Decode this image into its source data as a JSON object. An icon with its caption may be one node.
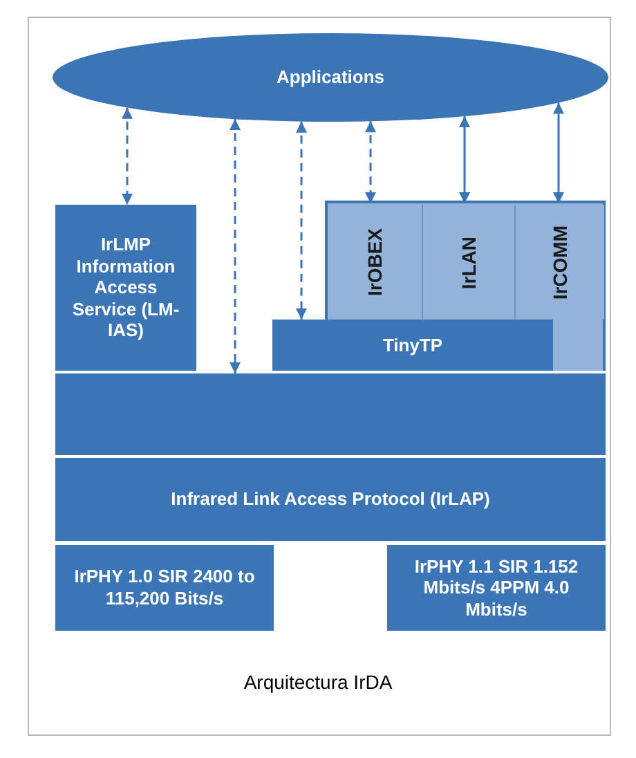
{
  "diagram": {
    "caption": "Arquitectura IrDA",
    "nodes": [
      {
        "text": [
          "Applications"
        ]
      },
      {
        "text": [
          "IrLMP Information Access Service (LM-IAS)"
        ]
      },
      {
        "text": [],
        "shape": "box"
      },
      {
        "text": [
          "IrOBEX"
        ],
        "in": 2
      },
      {
        "text": [
          "IrLAN"
        ],
        "in": 2
      },
      {
        "text": [
          "IrCOMM"
        ],
        "in": 2
      },
      {
        "text": [
          "TinyTP"
        ]
      },
      {
        "text": [],
        "shape": "box"
      },
      {
        "text": [
          "Infrared Link Access Protocol (IrLAP)"
        ]
      },
      {
        "text": [
          "IrPHY 1.0 SIR 2400 to 115,200 Bits/s"
        ]
      },
      {
        "text": [
          "IrPHY 1.1 SIR 1.152 Mbits/s 4PPM 4.0 Mbits/s"
        ]
      }
    ],
    "edges": [
      {
        "from": 0,
        "to": 1,
        "arrow": "both",
        "style": "dashed"
      },
      {
        "from": 0,
        "to": 7,
        "arrow": "both",
        "style": "dashed"
      },
      {
        "from": 0,
        "to": 6,
        "arrow": "both",
        "style": "dashed"
      },
      {
        "from": 0,
        "to": 3,
        "arrow": "both",
        "style": "dashed"
      },
      {
        "from": 0,
        "to": 4,
        "arrow": "both"
      },
      {
        "from": 0,
        "to": 5,
        "arrow": "both"
      }
    ]
  }
}
